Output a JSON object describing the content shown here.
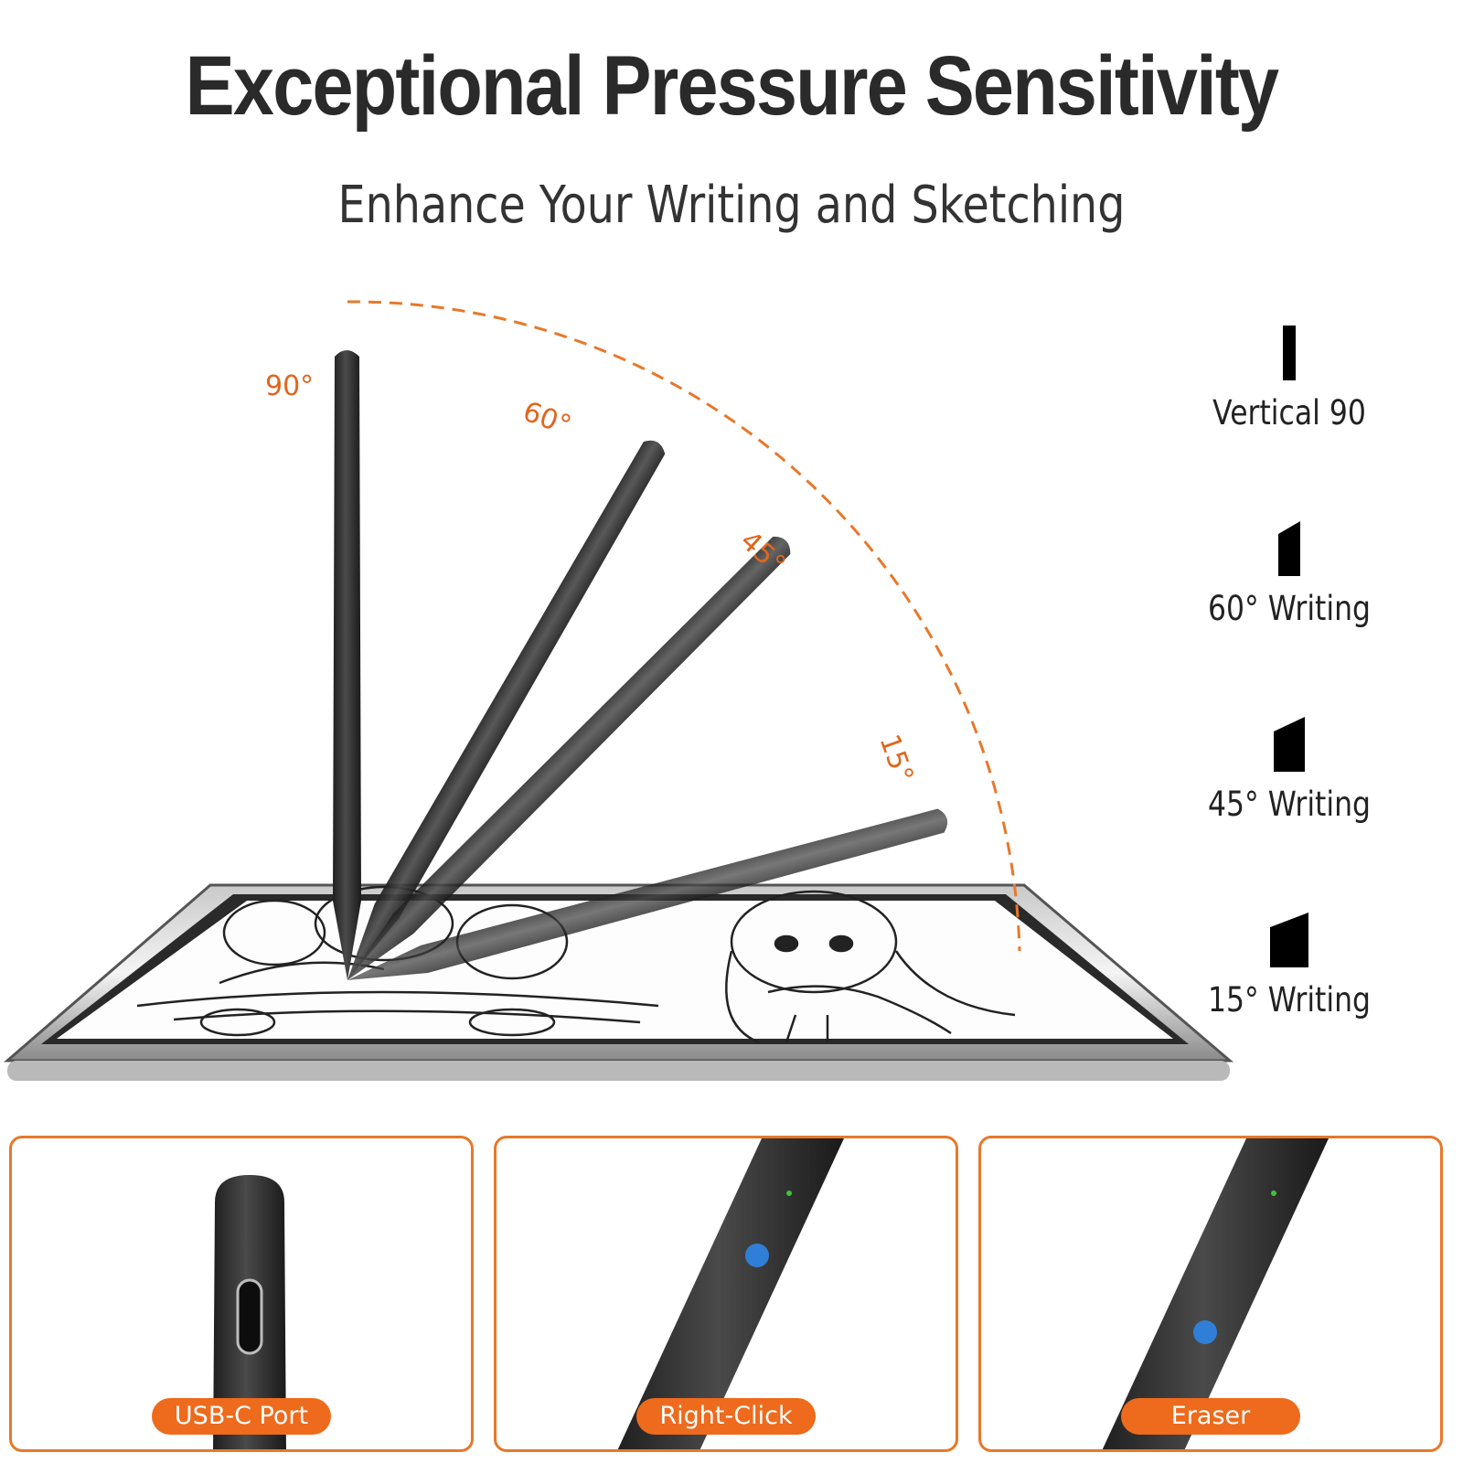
{
  "headline": "Exceptional Pressure Sensitivity",
  "subheadline": "Enhance Your Writing and Sketching",
  "colors": {
    "accent": "#ee6a1c",
    "arc": "#e8782a",
    "pen": "#2e2e2e",
    "button_led": "#2f7fd6"
  },
  "angles": [
    {
      "label": "90°",
      "degrees": 90
    },
    {
      "label": "60°",
      "degrees": 60
    },
    {
      "label": "45°",
      "degrees": 45
    },
    {
      "label": "15°",
      "degrees": 15
    }
  ],
  "legend": [
    {
      "label": "Vertical 90"
    },
    {
      "label": "60° Writing"
    },
    {
      "label": "45° Writing"
    },
    {
      "label": "15° Writing"
    }
  ],
  "features": [
    {
      "label": "USB-C Port",
      "icon": "usb-c-port-icon"
    },
    {
      "label": "Right-Click",
      "icon": "button-icon"
    },
    {
      "label": "Eraser",
      "icon": "button-icon"
    }
  ]
}
